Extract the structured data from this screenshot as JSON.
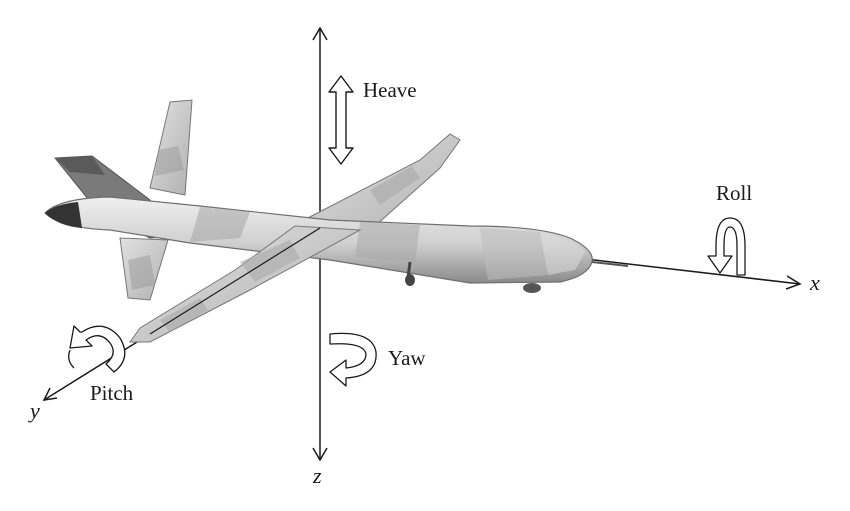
{
  "labels": {
    "heave": "Heave",
    "roll": "Roll",
    "yaw": "Yaw",
    "pitch": "Pitch"
  },
  "axes": {
    "x": "x",
    "y": "y",
    "z": "z"
  },
  "colors": {
    "axis": "#1a1a1a",
    "body_light": "#e6e6e6",
    "body_mid": "#b8b8b8",
    "body_dark": "#7a7a7a",
    "arrow_fill": "#ffffff"
  },
  "icons": {
    "heave": "double-vertical-arrow-icon",
    "roll": "curved-rotation-arrow-icon",
    "yaw": "curved-rotation-arrow-icon",
    "pitch": "curved-rotation-arrow-icon"
  }
}
